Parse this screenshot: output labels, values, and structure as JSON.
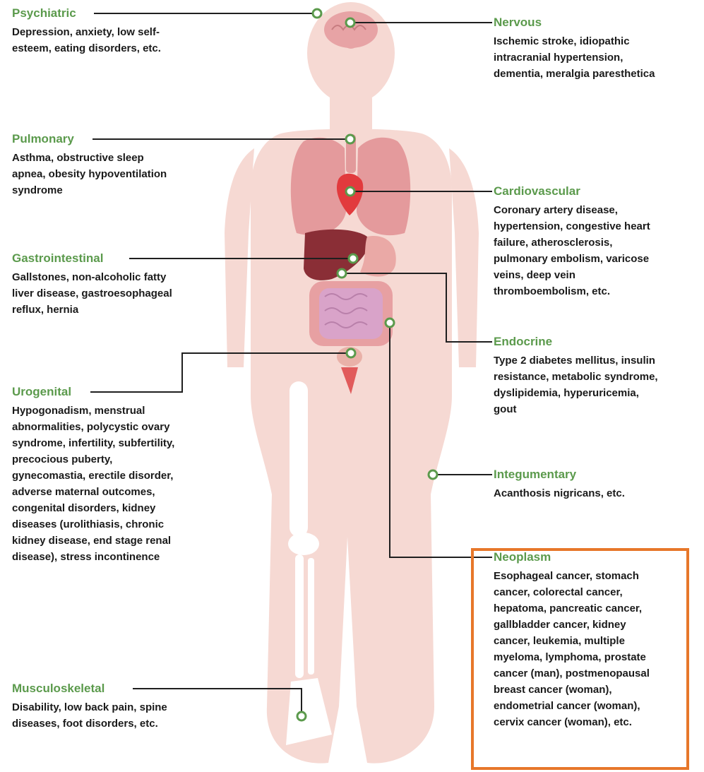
{
  "sections": {
    "psychiatric": {
      "title": "Psychiatric",
      "lines": [
        "Depression, anxiety, low self-",
        "esteem, eating disorders, etc."
      ]
    },
    "nervous": {
      "title": "Nervous",
      "lines": [
        "Ischemic stroke, idiopathic",
        "intracranial hypertension,",
        "dementia, meralgia paresthetica"
      ]
    },
    "pulmonary": {
      "title": "Pulmonary",
      "lines": [
        "Asthma, obstructive sleep",
        "apnea, obesity hypoventilation",
        "syndrome"
      ]
    },
    "cardiovascular": {
      "title": "Cardiovascular",
      "lines": [
        "Coronary artery disease,",
        "hypertension, congestive heart",
        "failure, atherosclerosis,",
        "pulmonary embolism, varicose",
        "veins, deep vein",
        "thromboembolism, etc."
      ]
    },
    "gastrointestinal": {
      "title": "Gastrointestinal",
      "lines": [
        "Gallstones, non-alcoholic fatty",
        "liver disease, gastroesophageal",
        "reflux, hernia"
      ]
    },
    "endocrine": {
      "title": "Endocrine",
      "lines": [
        "Type 2 diabetes mellitus, insulin",
        "resistance, metabolic syndrome,",
        "dyslipidemia, hyperuricemia,",
        "gout"
      ]
    },
    "urogenital": {
      "title": "Urogenital",
      "lines": [
        "Hypogonadism, menstrual",
        "abnormalities, polycystic ovary",
        "syndrome, infertility, subfertility,",
        "precocious puberty,",
        "gynecomastia, erectile disorder,",
        "adverse maternal outcomes,",
        "congenital disorders, kidney",
        "diseases (urolithiasis, chronic",
        "kidney disease, end stage renal",
        "disease), stress incontinence"
      ]
    },
    "integumentary": {
      "title": "Integumentary",
      "lines": [
        "Acanthosis nigricans, etc."
      ]
    },
    "neoplasm": {
      "title": "Neoplasm",
      "lines": [
        "Esophageal cancer, stomach",
        "cancer, colorectal cancer,",
        "hepatoma, pancreatic cancer,",
        "gallbladder cancer, kidney",
        "cancer, leukemia, multiple",
        "myeloma, lymphoma, prostate",
        "cancer (man), postmenopausal",
        "breast cancer (woman),",
        "endometrial cancer (woman),",
        "cervix cancer (woman), etc."
      ]
    },
    "musculoskeletal": {
      "title": "Musculoskeletal",
      "lines": [
        "Disability, low back pain, spine",
        "diseases, foot disorders, etc."
      ]
    }
  },
  "colors": {
    "heading": "#5b9a4c",
    "body": "#f6d9d3",
    "highlight": "#e7772a",
    "connector": "#1f1f1f"
  }
}
